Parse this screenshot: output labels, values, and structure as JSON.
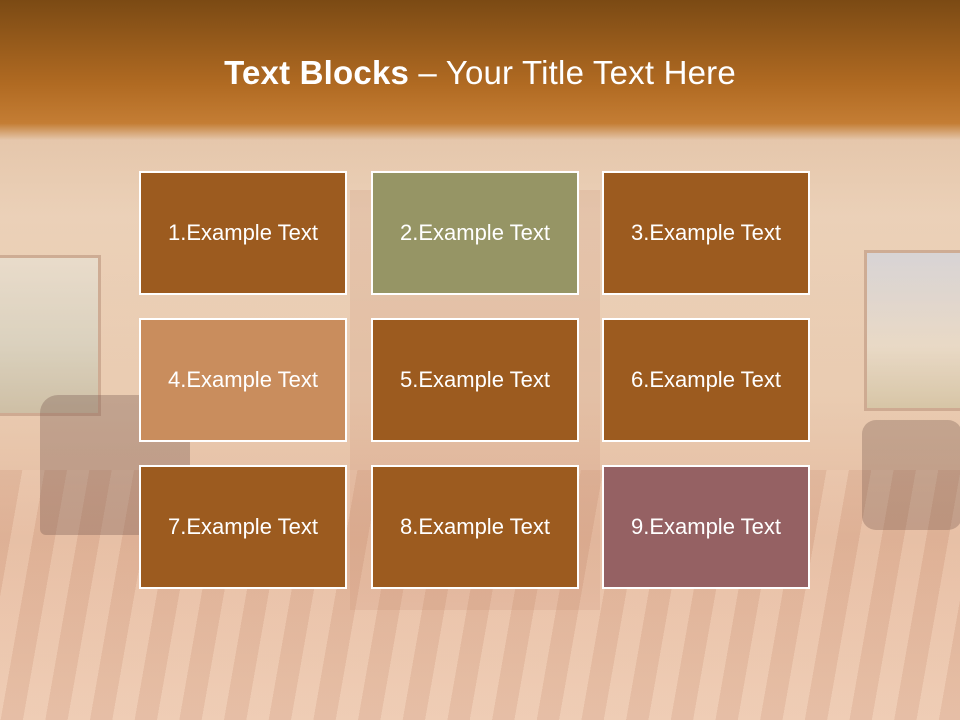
{
  "title": {
    "bold": "Text Blocks",
    "dash": " – ",
    "rest": "Your Title Text Here"
  },
  "colors": {
    "brown": "#9c5b1f",
    "olive": "#969565",
    "tan": "#c98d5d",
    "mauve": "#956163"
  },
  "blocks": [
    {
      "label": "1.Example Text",
      "color": "#9c5b1f"
    },
    {
      "label": "2.Example Text",
      "color": "#969565"
    },
    {
      "label": "3.Example Text",
      "color": "#9c5b1f"
    },
    {
      "label": "4.Example Text",
      "color": "#c98d5d"
    },
    {
      "label": "5.Example Text",
      "color": "#9c5b1f"
    },
    {
      "label": "6.Example Text",
      "color": "#9c5b1f"
    },
    {
      "label": "7.Example Text",
      "color": "#9c5b1f"
    },
    {
      "label": "8.Example Text",
      "color": "#9c5b1f"
    },
    {
      "label": "9.Example Text",
      "color": "#956163"
    }
  ]
}
